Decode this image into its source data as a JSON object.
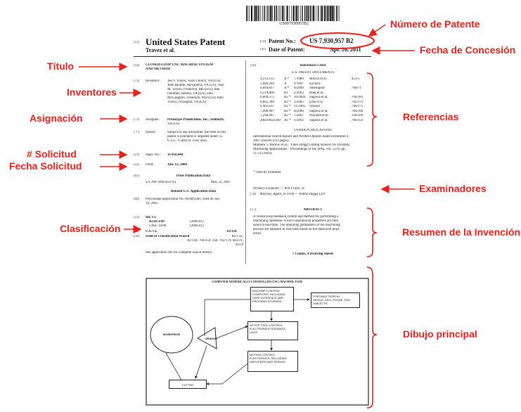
{
  "barcode_text": "US007930957B2",
  "annotations": {
    "numero_patente": "Número de Patente",
    "fecha_concesion": "Fecha de Concesión",
    "titulo": "Título",
    "inventores": "Inventores",
    "asignacion": "Asignación",
    "referencias": "Referencias",
    "num_solicitud": "# Solicitud",
    "fecha_solicitud": "Fecha Solicitud",
    "examinadores": "Examinadores",
    "clasificacion": "Clasificación",
    "resumen": "Resumen de la Invención",
    "dibujo": "Dibujo principal"
  },
  "header": {
    "code12": "(12)",
    "patent_type": "United States Patent",
    "authors": "Travez et al.",
    "code10": "(10)",
    "patent_no_label": "Patent No.:",
    "patent_no": "US 7,930,957 B2",
    "code45": "(45)",
    "date_label": "Date of Patent:",
    "date": "Apr. 26, 2011"
  },
  "left": {
    "code54": "(54)",
    "title_line1": "CLOSED-LOOP CNC MACHINE SYSTEM",
    "title_line2": "AND METHOD",
    "code75": "(75)",
    "inventors_label": "Inventors:",
    "inventors_lines": [
      "Joe V. Travez, Falls Church, VA (US);",
      "John Binette, Alexandria, VA (US); Jose",
      "M. Travez, Frederick, MD (US); Ben",
      "Feldman, Reston, VA (US); Don",
      "McLaughlin, Frederick, MD (US); Italo",
      "Travez, Arlington, VA (US)"
    ],
    "code73": "(73)",
    "assignee_label": "Assignee:",
    "assignee_lines": [
      "Prototype Productions, Inc., Ashburn,",
      "VA (US)"
    ],
    "code_star": "( * )",
    "notice_label": "Notice:",
    "notice_lines": [
      "Subject to any disclaimer, the term of this",
      "patent is extended or adjusted under 35",
      "U.S.C. 154(b) by 1262 days."
    ],
    "code21": "(21)",
    "appl_label": "Appl. No.:",
    "appl_no": "11/450,444",
    "code22": "(22)",
    "filed_label": "Filed:",
    "filed": "Jun. 12, 2006",
    "code65": "(65)",
    "prior_pub_title": "Prior Publication Data",
    "prior_pub_no": "US 2007/0067059 A1",
    "prior_pub_date": "Mar. 22, 2007",
    "related_title": "Related U.S. Application Data",
    "code60": "(60)",
    "provisional_lines": [
      "Provisional application No. 60/689,081, filed on Jun.",
      "10, 2005."
    ],
    "code51": "(51)",
    "intcl_label": "Int. Cl.",
    "intcl1": "B23B 3/00",
    "intcl1_date": "(2006.01)",
    "intcl2": "G06F 19/00",
    "intcl2_date": "(2006.01)",
    "code52": "(52)",
    "uscl_label": "U.S. Cl.",
    "uscl_value": "82/118",
    "code58": "(58)",
    "field_label": "Field of Classification Search",
    "field_lines": [
      "82/1.11,",
      "82/118; 700/159, 160; 702/179; 483/11;",
      "451/9"
    ],
    "see_app": "See application file for complete search history."
  },
  "right": {
    "code56": "(56)",
    "refs_title": "References Cited",
    "us_docs_title": "U.S. PATENT DOCUMENTS",
    "refs": [
      [
        "4,212,135",
        "A *",
        "7/1980",
        "Mirsch et al.",
        "451/5"
      ],
      [
        "5,666,202",
        "A",
        "9/1997",
        "Kyrazis",
        ""
      ],
      [
        "6,094,817",
        "A *",
        "8/2000",
        "Shteingold",
        "700/71"
      ],
      [
        "6,519,860",
        "B1",
        "2/2003",
        "Bieg et al.",
        ""
      ],
      [
        "6,804,575",
        "B2 *",
        "10/2004",
        "Sagawa et al.",
        "700/181"
      ],
      [
        "6,845,340",
        "B2 *",
        "1/2005",
        "Edie et al.",
        "702/179"
      ],
      [
        "6,961,637",
        "B2 *",
        "11/2005",
        "Scherer",
        "700/175"
      ],
      [
        "7,096,087",
        "B2 *",
        "8/2006",
        "Sagawa et al.",
        "700/160"
      ],
      [
        "7,248,047",
        "B2 *",
        "7/2007",
        "Aoyama et al.",
        "318/569"
      ],
      [
        "2003/0023340",
        "A1 *",
        "1/2003",
        "Sagawa et al.",
        "700/159"
      ]
    ],
    "other_pub_title": "OTHER PUBLICATIONS",
    "other_pub_lines": [
      "International Search Report and Written Opinion dated December 4,",
      "2007 (Eleven (11) pages).",
      "Matthew J. Barlow et al., \"Fiber Bragg Grating Sensors for Dynamic",
      "Machining Applications,\" Proceedings of the SPIE, vol. 5278, pp.",
      "21-31 (2003)."
    ],
    "cited_note": "* cited by examiner",
    "examiner_line": "Primary Examiner — Will Fridie, Jr.",
    "code74": "(74)",
    "attorney_line": "Attorney, Agent, or Firm — Patton Boggs LLP",
    "code57": "(57)",
    "abstract_title": "ABSTRACT",
    "abstract_lines": [
      "A closed-loop feedback system and method for performing a",
      "machining operation. A tool's operational properties are mea-",
      "sured in real-time. The operating parameters of the machining",
      "process are adjusted in real-time based on the measured prop-",
      "erties."
    ],
    "claims": "7 Claims, 4 Drawing Sheets"
  },
  "drawing": {
    "title": "COMPUTER NUMERICALLY CONTROLLED (CNC) MACHINE TOOL",
    "box1": [
      "MACHINE CONTROL",
      "COMPUTER, INCLUDING",
      "USER INTERFACE AND",
      "PROGRAM STORAGE"
    ],
    "box2": [
      "PORTABLE DISPLAY",
      "DEVICE, CELL PHONE, PDA,",
      "TABLET PC"
    ],
    "box3": [
      "ACTIVE TOOL CONTROL",
      "ELECTRONICS FEEDBACK",
      "LOOP"
    ],
    "box4": [
      "MOTION CONTROL",
      "ELECTRONICS, INCLUDING",
      "AMPLIFIERS AND SERVOS"
    ],
    "workpiece": "WORKPIECE",
    "sensor": "SENSOR",
    "cutter": "CUTTER"
  }
}
